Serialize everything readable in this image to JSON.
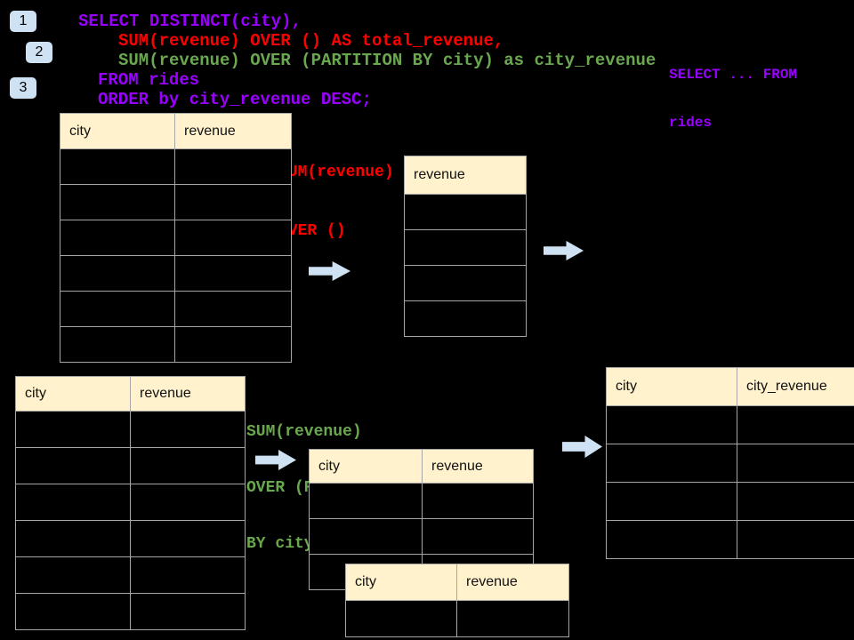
{
  "colors": {
    "background": "#000000",
    "sql_purple": "#9900ff",
    "sql_red": "#ff0000",
    "sql_green": "#6aa84f",
    "table_header_fill": "#fff2cc",
    "table_border": "#a6a6a6",
    "badge_fill": "#cfe2f3",
    "arrow_fill": "#cfe2f3"
  },
  "badges": {
    "one": "1",
    "two": "2",
    "three": "3"
  },
  "sql": {
    "line1": "SELECT DISTINCT(city),",
    "line2": "SUM(revenue) OVER () AS total_revenue,",
    "line3": "SUM(revenue) OVER (PARTITION BY city) as city_revenue",
    "line4": "FROM rides",
    "line5": "ORDER by city_revenue DESC;"
  },
  "annotations": {
    "select_from": {
      "line1": "SELECT ... FROM",
      "line2": "rides"
    },
    "over_total": {
      "line1": "SUM(revenue)",
      "line2": "OVER ()"
    },
    "over_partition": {
      "line1": "SUM(revenue)",
      "line2": "OVER (PARTITION",
      "line3": "BY city)"
    }
  },
  "tables": {
    "rides_top": {
      "col1": "city",
      "col2": "revenue",
      "rows": 6
    },
    "total_revenue": {
      "col1": "revenue",
      "rows": 4
    },
    "rides_bottom": {
      "col1": "city",
      "col2": "revenue",
      "rows": 6
    },
    "partition_table_1": {
      "col1": "city",
      "col2": "revenue",
      "rows": 3
    },
    "partition_table_2": {
      "col1": "city",
      "col2": "revenue",
      "rows": 1
    },
    "city_revenue_result": {
      "col1": "city",
      "col2": "city_revenue",
      "rows": 4
    }
  },
  "icons": {
    "arrow": "right-arrow"
  }
}
